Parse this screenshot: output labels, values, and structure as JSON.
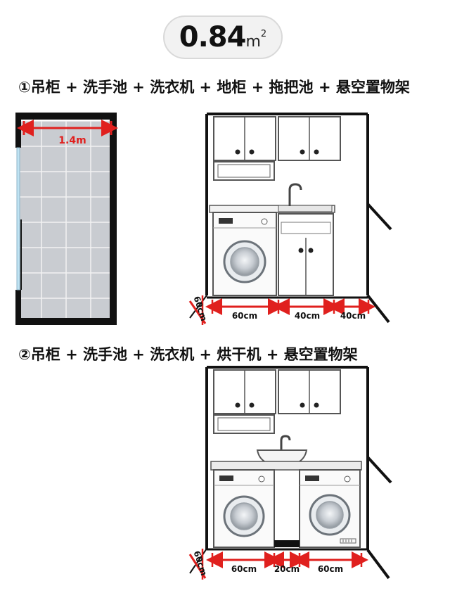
{
  "area_badge": {
    "value": "0.84",
    "unit": "m",
    "unit_exponent": "2"
  },
  "layouts": [
    {
      "title": "①吊柜 + 洗手池 + 洗衣机 + 地柜 + 拖把池 + 悬空置物架",
      "dimensions": {
        "depth": "60cm",
        "washer_width": "60cm",
        "cabinet_width": "40cm",
        "mop_sink_width": "40cm"
      }
    },
    {
      "title": "②吊柜 + 洗手池 + 洗衣机 + 烘干机 + 悬空置物架",
      "dimensions": {
        "depth": "60cm",
        "washer_width": "60cm",
        "gap_width": "20cm",
        "dryer_width": "60cm"
      }
    }
  ],
  "floor_plan": {
    "width_label": "1.4m"
  },
  "colors": {
    "dimension_red": "#e0201e",
    "outline": "#111111",
    "tile": "#c9ccd1"
  }
}
